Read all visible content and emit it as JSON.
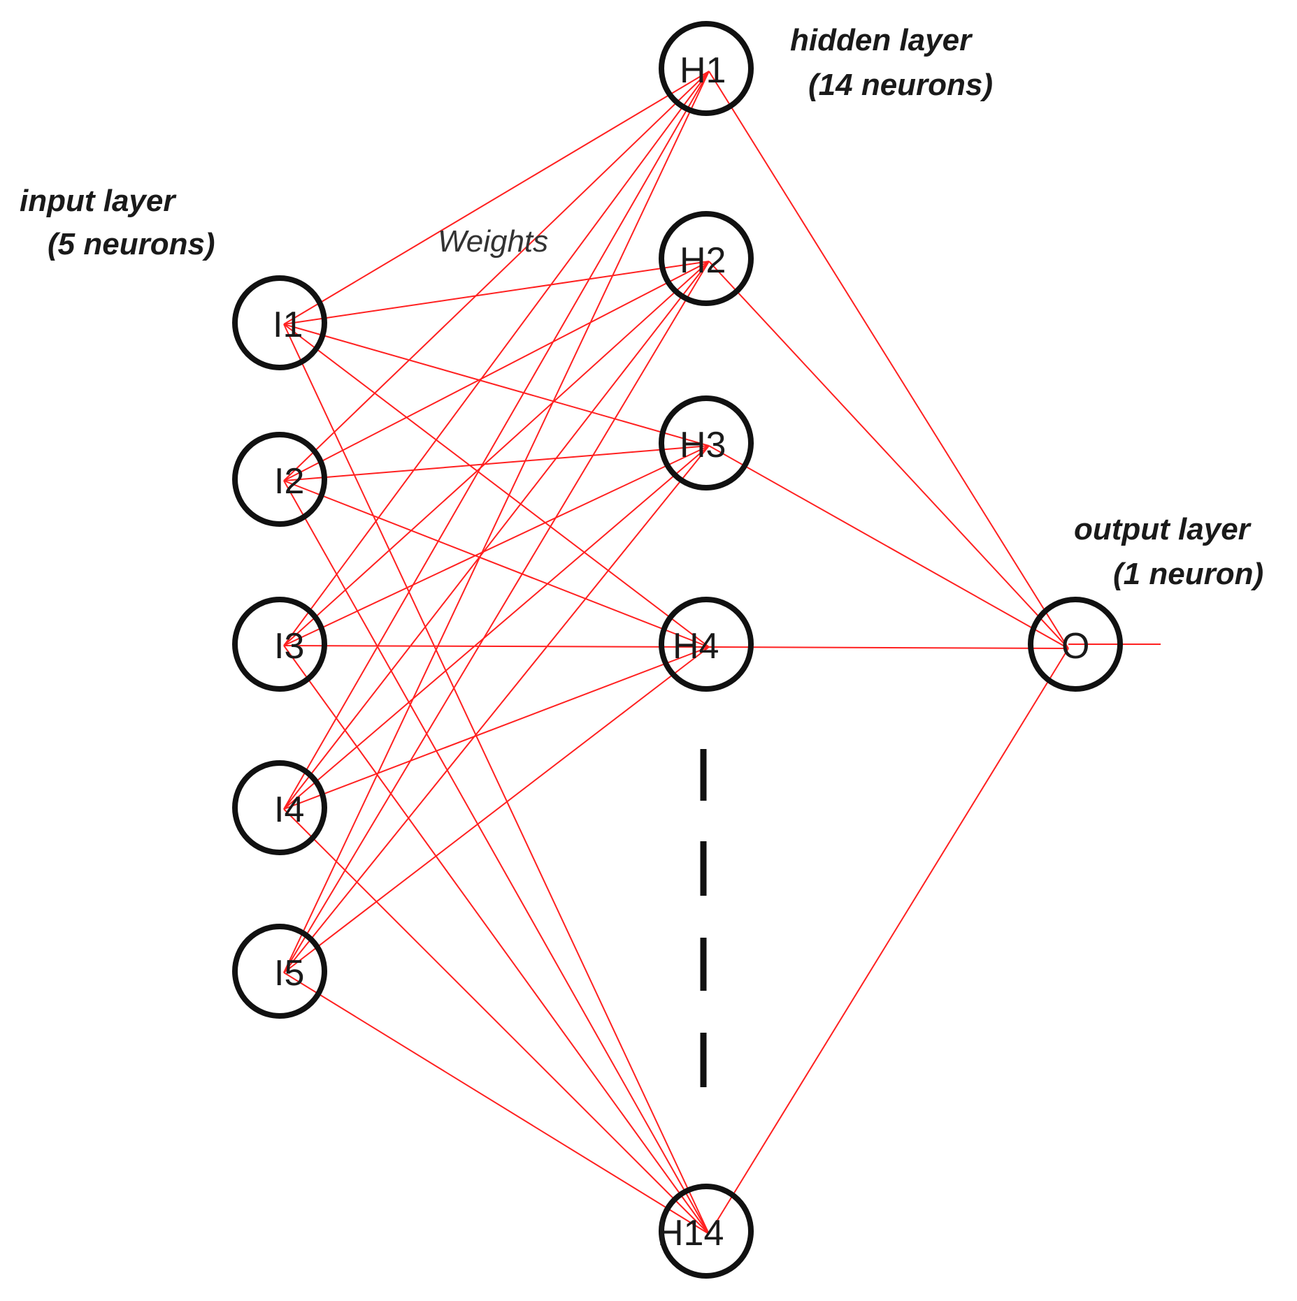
{
  "colors": {
    "connection": "#ff2020",
    "node_stroke": "#111111",
    "background": "#ffffff",
    "ellipsis": "#111111"
  },
  "layers": {
    "input": {
      "title": "input layer",
      "count_label": "(5 neurons)"
    },
    "hidden": {
      "title": "hidden layer",
      "count_label": "(14 neurons)"
    },
    "output": {
      "title": "output layer",
      "count_label": "(1 neuron)"
    }
  },
  "weights_label": "Weights",
  "nodes": {
    "input": [
      "I1",
      "I2",
      "I3",
      "I4",
      "I5"
    ],
    "hidden": [
      "H1",
      "H2",
      "H3",
      "H4",
      "H14"
    ],
    "output": [
      "O"
    ]
  }
}
